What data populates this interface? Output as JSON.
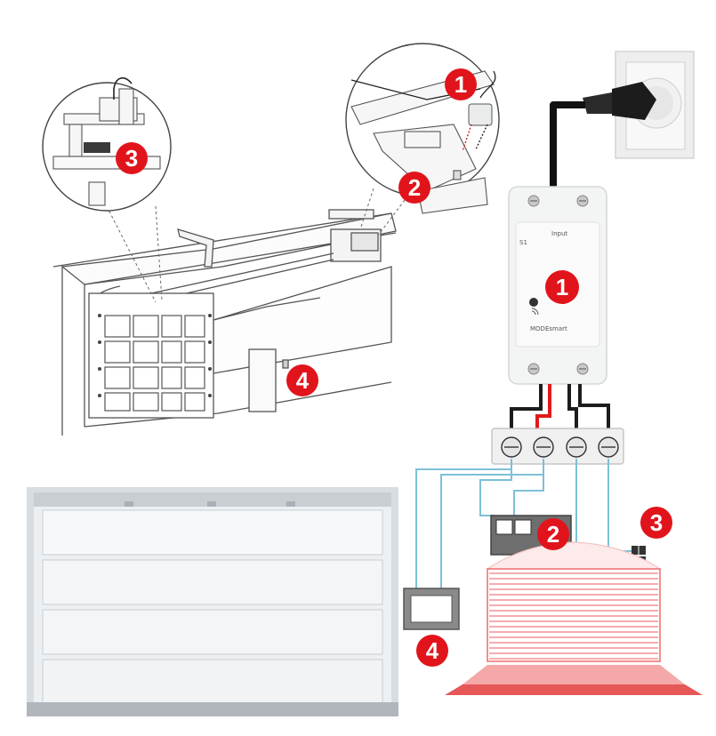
{
  "badges": {
    "b1": "1",
    "b2": "2",
    "b3": "3",
    "b4": "4"
  },
  "module": {
    "label_top": "S1",
    "label_bottom": "MODEsmart",
    "label_side": "Input",
    "icon_signal": "signal-icon"
  },
  "colors": {
    "badge_red": "#e1141b",
    "wire_blue": "#7cc1d6",
    "wire_black": "#222222",
    "wire_red": "#e11b1b",
    "door_red": "#f16a6a"
  }
}
